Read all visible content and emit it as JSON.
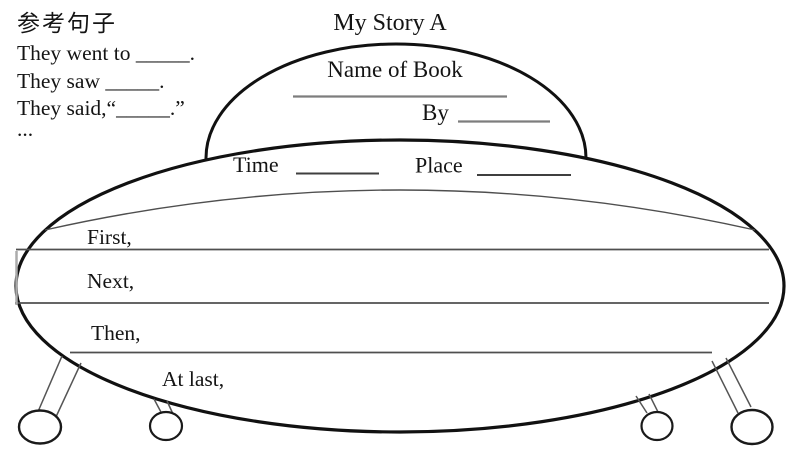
{
  "colors": {
    "ink": "#141414",
    "outline_black": "#111111",
    "section_line_gray": "#4f4f4f",
    "blank_line_gray": "#7d7d7d",
    "background": "#ffffff"
  },
  "reference_box": {
    "heading": "参考句子",
    "sentences": [
      "They went to _____.",
      "They saw _____.",
      "They said,“_____.”",
      "..."
    ]
  },
  "diagram": {
    "title": "My Story A",
    "dome": {
      "book_label": "Name of Book",
      "by_label": "By"
    },
    "info_row": {
      "time_label": "Time",
      "place_label": "Place"
    },
    "sequence_labels": {
      "first": "First,",
      "next": "Next,",
      "then": "Then,",
      "at_last": "At last,"
    }
  }
}
